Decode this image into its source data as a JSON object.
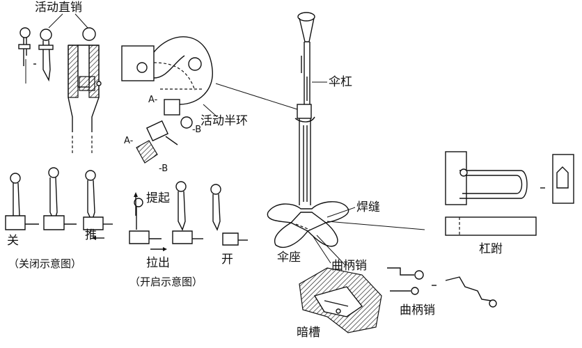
{
  "labels": {
    "movable_pin": "活动直销",
    "movable_half_ring": "活动半环",
    "umbrella_pole": "伞杠",
    "weld_seam": "焊缝",
    "umbrella_base": "伞座",
    "crank_pin_base": "曲柄销",
    "crank_pin_right": "曲柄销",
    "hidden_groove": "暗槽",
    "pole_attachment": "杠跗",
    "close_word": "关",
    "push_word": "推",
    "closed_caption": "（关闭示意图",
    "closed_caption_end": "）",
    "lift_word": "提起",
    "pull_word": "拉出",
    "open_word": "开",
    "open_caption": "（开启示意图）",
    "section_a_1": "A-",
    "section_b_1": "-B",
    "section_a_2": "A-",
    "section_b_2": "-B"
  }
}
